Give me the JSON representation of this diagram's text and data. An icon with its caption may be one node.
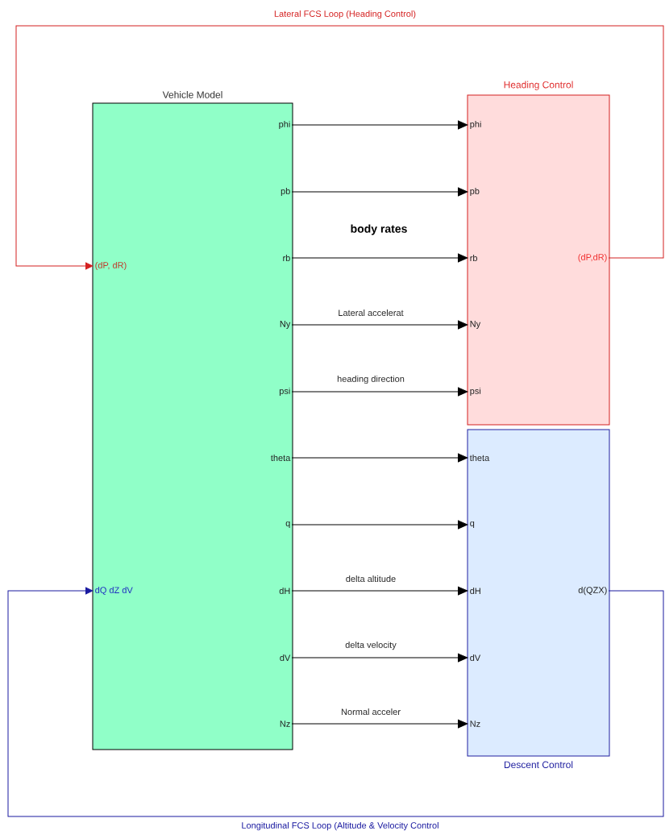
{
  "diagram": {
    "nodes": [
      {
        "text": [
          "Vehicle Model"
        ]
      },
      {
        "text": [
          "phi"
        ],
        "in": 0
      },
      {
        "text": [
          "pb"
        ],
        "in": 0
      },
      {
        "text": [
          "rb"
        ],
        "in": 0
      },
      {
        "text": [
          "Ny"
        ],
        "in": 0
      },
      {
        "text": [
          "psi"
        ],
        "in": 0
      },
      {
        "text": [
          "theta"
        ],
        "in": 0
      },
      {
        "text": [
          "q"
        ],
        "in": 0
      },
      {
        "text": [
          "dH"
        ],
        "in": 0
      },
      {
        "text": [
          "dV"
        ],
        "in": 0
      },
      {
        "text": [
          "Nz"
        ],
        "in": 0
      },
      {
        "text": [
          "(dP, dR)"
        ],
        "in": 0
      },
      {
        "text": [
          "dQ dZ dV"
        ],
        "in": 0
      },
      {
        "text": [
          "Heading Control"
        ]
      },
      {
        "text": [
          "phi"
        ],
        "in": 13
      },
      {
        "text": [
          "pb"
        ],
        "in": 13
      },
      {
        "text": [
          "rb"
        ],
        "in": 13
      },
      {
        "text": [
          "Ny"
        ],
        "in": 13
      },
      {
        "text": [
          "psi"
        ],
        "in": 13
      },
      {
        "text": [
          "(dP,dR)"
        ],
        "in": 13
      },
      {
        "text": [
          "Descent Control"
        ]
      },
      {
        "text": [
          "theta"
        ],
        "in": 20
      },
      {
        "text": [
          "q"
        ],
        "in": 20
      },
      {
        "text": [
          "dH"
        ],
        "in": 20
      },
      {
        "text": [
          "dV"
        ],
        "in": 20
      },
      {
        "text": [
          "Nz"
        ],
        "in": 20
      },
      {
        "text": [
          "d(QZX)"
        ],
        "in": 20
      }
    ],
    "edges": [
      {
        "from": 1,
        "to": 14,
        "arrow": "to"
      },
      {
        "from": 2,
        "to": 15,
        "arrow": "to"
      },
      {
        "from": 3,
        "to": 16,
        "arrow": "to"
      },
      {
        "from": 4,
        "to": 17,
        "arrow": "to",
        "label": "Lateral accelerat"
      },
      {
        "from": 5,
        "to": 18,
        "arrow": "to",
        "label": "heading direction"
      },
      {
        "from": 6,
        "to": 21,
        "arrow": "to"
      },
      {
        "from": 7,
        "to": 22,
        "arrow": "to"
      },
      {
        "from": 8,
        "to": 23,
        "arrow": "to",
        "label": "delta altitude"
      },
      {
        "from": 9,
        "to": 24,
        "arrow": "to",
        "label": "delta velocity"
      },
      {
        "from": 10,
        "to": 25,
        "arrow": "to",
        "label": "Normal acceler"
      },
      {
        "from": 19,
        "to": 11,
        "arrow": "to",
        "label": "Lateral FCS Loop (Heading Control)",
        "color": "#d42020"
      },
      {
        "from": 26,
        "to": 12,
        "arrow": "to",
        "label": "Longitudinal FCS Loop (Altitude & Velocity Control",
        "color": "#1a1aa0"
      }
    ],
    "labels": [
      "body rates"
    ]
  }
}
